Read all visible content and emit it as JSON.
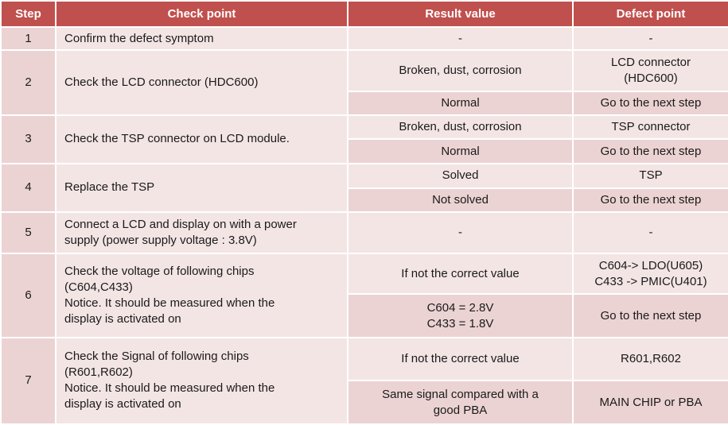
{
  "headers": {
    "step": "Step",
    "check_point": "Check point",
    "result_value": "Result value",
    "defect_point": "Defect point"
  },
  "rows": [
    {
      "step": "1",
      "check": [
        "Confirm the defect symptom"
      ],
      "results": [
        {
          "result": [
            "-"
          ],
          "defect": [
            "-"
          ]
        }
      ]
    },
    {
      "step": "2",
      "check": [
        "Check the LCD connector (HDC600)"
      ],
      "results": [
        {
          "result": [
            "Broken, dust, corrosion"
          ],
          "defect": [
            "LCD connector",
            "(HDC600)"
          ]
        },
        {
          "result": [
            "Normal"
          ],
          "defect": [
            "Go to the next step"
          ]
        }
      ]
    },
    {
      "step": "3",
      "check": [
        "Check the TSP connector on LCD module."
      ],
      "results": [
        {
          "result": [
            "Broken, dust, corrosion"
          ],
          "defect": [
            "TSP connector"
          ]
        },
        {
          "result": [
            "Normal"
          ],
          "defect": [
            "Go to the next step"
          ]
        }
      ]
    },
    {
      "step": "4",
      "check": [
        "Replace the TSP"
      ],
      "results": [
        {
          "result": [
            "Solved"
          ],
          "defect": [
            "TSP"
          ]
        },
        {
          "result": [
            "Not solved"
          ],
          "defect": [
            "Go to the next step"
          ]
        }
      ]
    },
    {
      "step": "5",
      "check": [
        "Connect a LCD and display on with a power",
        "supply (power supply voltage : 3.8V)"
      ],
      "results": [
        {
          "result": [
            "-"
          ],
          "defect": [
            "-"
          ]
        }
      ]
    },
    {
      "step": "6",
      "check": [
        "Check the voltage of following chips",
        "(C604,C433)",
        "Notice. It should be measured when the",
        "display is activated on"
      ],
      "results": [
        {
          "result": [
            "If not the correct value"
          ],
          "defect": [
            "C604-> LDO(U605)",
            "C433 -> PMIC(U401)"
          ]
        },
        {
          "result": [
            "C604 = 2.8V",
            "C433 = 1.8V"
          ],
          "defect": [
            "Go to the next step"
          ]
        }
      ]
    },
    {
      "step": "7",
      "check": [
        "Check the Signal of following chips",
        "(R601,R602)",
        "Notice. It should be measured when the",
        "display is activated on"
      ],
      "results": [
        {
          "result": [
            "If not the correct value"
          ],
          "defect": [
            "R601,R602"
          ]
        },
        {
          "result": [
            "Same signal compared with a",
            "good PBA"
          ],
          "defect": [
            "MAIN CHIP or PBA"
          ]
        }
      ]
    }
  ],
  "colors": {
    "header_bg": "#c0504d",
    "header_text": "#ffffff",
    "row_light": "#f4e5e5",
    "row_medium": "#ecd3d3"
  }
}
